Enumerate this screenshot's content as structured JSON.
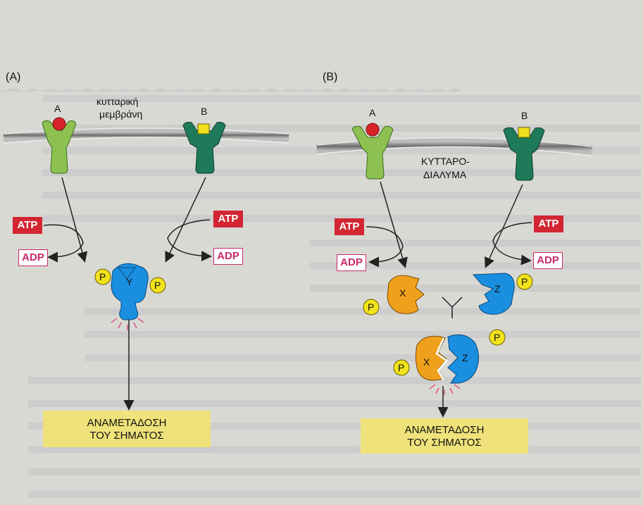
{
  "panels": {
    "left_label": "(A)",
    "right_label": "(B)"
  },
  "labels": {
    "membrane": [
      "κυτταρική",
      "μεμβράνη"
    ],
    "cytoplasm": [
      "ΚΥΤΤΑΡΟ-",
      "ΔΙΑΛΥΜΑ"
    ],
    "receptor_a": "A",
    "receptor_b": "B",
    "atp": "ATP",
    "adp": "ADP",
    "phosphate": "P",
    "enzyme_y": "Y",
    "enzyme_x": "X",
    "enzyme_z": "Z",
    "output_line1": "ΑΝΑΜΕΤΑΔΟΣΗ",
    "output_line2": "ΤΟΥ ΣΗΜΑΤΟΣ"
  },
  "colors": {
    "receptor_a": "#8cc152",
    "receptor_b": "#1f7a5a",
    "ligand_a": "#d8232a",
    "ligand_b": "#f2e01f",
    "enzyme_blue": "#1a8fe0",
    "enzyme_orange": "#f0a11c",
    "phosphate": "#f2e21b",
    "atp": "#d32532",
    "adp_border": "#c8286a",
    "output_box": "#efe27a",
    "membrane": "#8a8a8a",
    "background": "#d9d9d4"
  }
}
